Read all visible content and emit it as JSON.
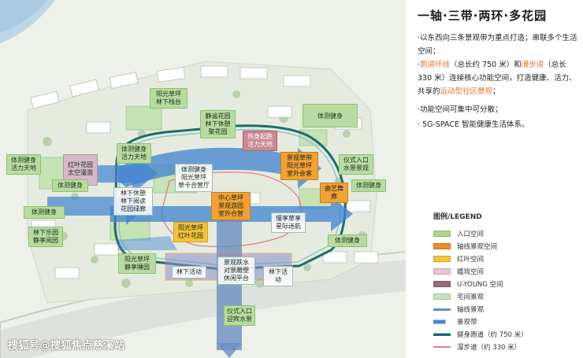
{
  "title": "一轴·三带·两环·多花园",
  "bullets": [
    [
      {
        "t": "·以东西向三条景观带为重点打造；串联多个生活空间；",
        "hl": false
      }
    ],
    [
      {
        "t": "·",
        "hl": false
      },
      {
        "t": "跑道环线",
        "hl": true
      },
      {
        "t": "（总长约 750 米）和",
        "hl": false
      },
      {
        "t": "漫步道",
        "hl": true
      },
      {
        "t": "（总长 330 米）连接核心功能空间，打造健康、活力、共享的",
        "hl": false
      },
      {
        "t": "运动型社区景观",
        "hl": true
      },
      {
        "t": "；",
        "hl": false
      }
    ],
    [
      {
        "t": "·功能空间可集中可分散；",
        "hl": false
      }
    ],
    [
      {
        "t": "· 5G-SPACE 智能健康生活体系。",
        "hl": false
      }
    ]
  ],
  "plan_labels": {
    "l1": "阳光草坪\n林下栈台",
    "l2": "静谧花园\n林下休憩\n聚花园",
    "l3": "热身起跑\n活力天地",
    "l4": "体测健身",
    "l5": "体测健身\n活力天地",
    "l6": "红叶花园\n太空漫游",
    "l7": "体测健身\n活力天地",
    "l8": "体测健身",
    "l9": "林下休憩\n林下阅读\n花园绿廊",
    "l10": "体测健身",
    "l11": "林下乐园\n静享阅园",
    "l12": "体测健身\n阳光草坪\n草卡合营厅",
    "l13": "中心草坪\n景观游园\n室外合营",
    "l14": "景观草带\n阳光草坪\n室外会客",
    "l15": "仪式入口\n水景景观",
    "l16": "曲艺舞廊",
    "l17": "体测健身",
    "l18": "慢享草享\n星际迷航",
    "l19": "阳光草坪\n红叶花园",
    "l20": "体测健身",
    "l21": "阳光草坪\n静享睡园",
    "l22": "景观跌水\n对景雕塑\n休闲平台",
    "l23": "林下活动",
    "l24": "林下活动",
    "l25": "仪式入口\n迎宾水景"
  },
  "legend": {
    "title": "图例/LEGEND",
    "items": [
      {
        "label": "入口空间",
        "color": "#a8d88a",
        "kind": "box"
      },
      {
        "label": "轴线景观空间",
        "color": "#f08a2a",
        "kind": "box"
      },
      {
        "label": "红叶空间",
        "color": "#f3c43a",
        "kind": "box"
      },
      {
        "label": "嬉戏空间",
        "color": "#e7c6d6",
        "kind": "box"
      },
      {
        "label": "U-YOUNG 空间",
        "color": "#9a6a78",
        "kind": "box"
      },
      {
        "label": "宅间景观",
        "color": "#c5e3b5",
        "kind": "box"
      },
      {
        "label": "轴线景观",
        "color": "#6a8ec0",
        "kind": "line"
      },
      {
        "label": "景观带",
        "color": "#4a86d0",
        "kind": "arrow"
      },
      {
        "label": "健身跑道（约 750 米）",
        "color": "#1e6b6e",
        "kind": "track"
      },
      {
        "label": "漫步道（约 330 米）",
        "color": "#e8788a",
        "kind": "thin"
      }
    ]
  },
  "watermark": "搜狐号@搜狐焦点慈溪站"
}
